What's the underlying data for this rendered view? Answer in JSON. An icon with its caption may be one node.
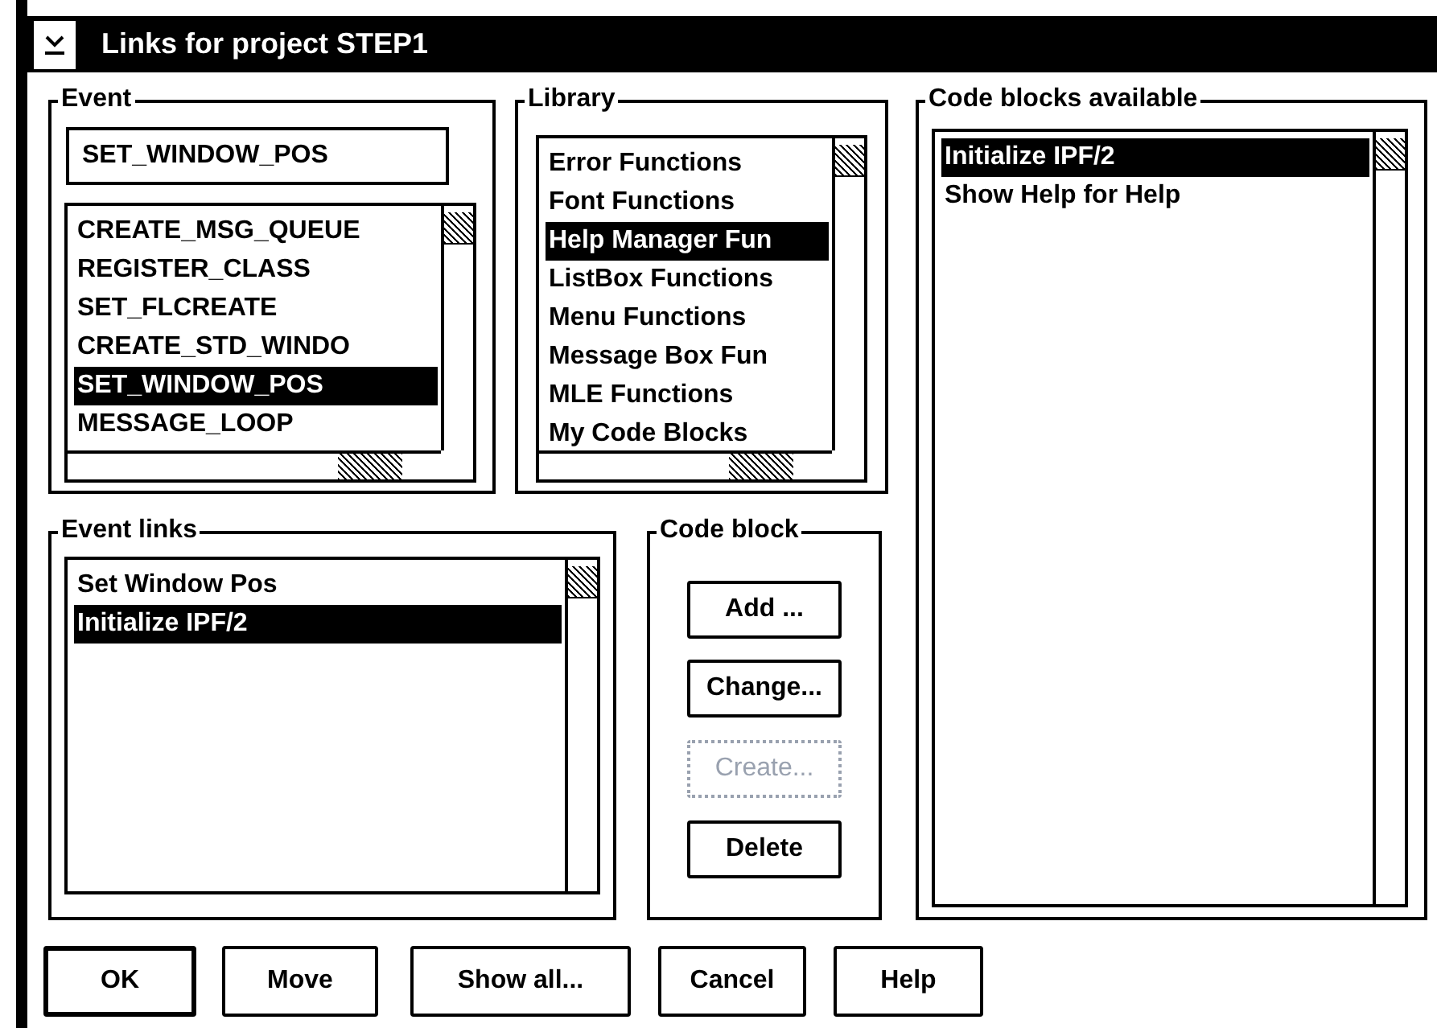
{
  "diagram": {
    "nodes": [
      {
        "text": [
          "Links for project STEP1"
        ]
      },
      {
        "text": [
          "Event"
        ],
        "in": 0
      },
      {
        "text": [
          "SET_WINDOW_POS"
        ],
        "in": 1
      },
      {
        "text": [
          "CREATE_MSG_QUEUE",
          "REGISTER_CLASS",
          "SET_FLCREATE",
          "CREATE_STD_WINDO",
          "SET_WINDOW_POS",
          "MESSAGE_LOOP"
        ],
        "in": 1
      },
      {
        "text": [
          "Library"
        ],
        "in": 0
      },
      {
        "text": [
          "Error Functions",
          "Font Functions",
          "Help Manager Fun",
          "ListBox Functions",
          "Menu Functions",
          "Message Box Fun",
          "MLE Functions",
          "My Code Blocks"
        ],
        "in": 4
      },
      {
        "text": [
          "Code blocks available"
        ],
        "in": 0
      },
      {
        "text": [
          "Initialize IPF/2",
          "Show Help for Help"
        ],
        "in": 6
      },
      {
        "text": [
          "Event links"
        ],
        "in": 0
      },
      {
        "text": [
          "Set Window Pos",
          "Initialize IPF/2"
        ],
        "in": 8
      },
      {
        "text": [
          "Code block"
        ],
        "in": 0
      },
      {
        "text": [
          "Add ..."
        ],
        "in": 10
      },
      {
        "text": [
          "Change..."
        ],
        "in": 10
      },
      {
        "text": [
          "Create..."
        ],
        "in": 10
      },
      {
        "text": [
          "Delete"
        ],
        "in": 10
      },
      {
        "text": [
          "OK"
        ],
        "in": 0
      },
      {
        "text": [
          "Move"
        ],
        "in": 0
      },
      {
        "text": [
          "Show all..."
        ],
        "in": 0
      },
      {
        "text": [
          "Cancel"
        ],
        "in": 0
      },
      {
        "text": [
          "Help"
        ],
        "in": 0
      }
    ]
  }
}
